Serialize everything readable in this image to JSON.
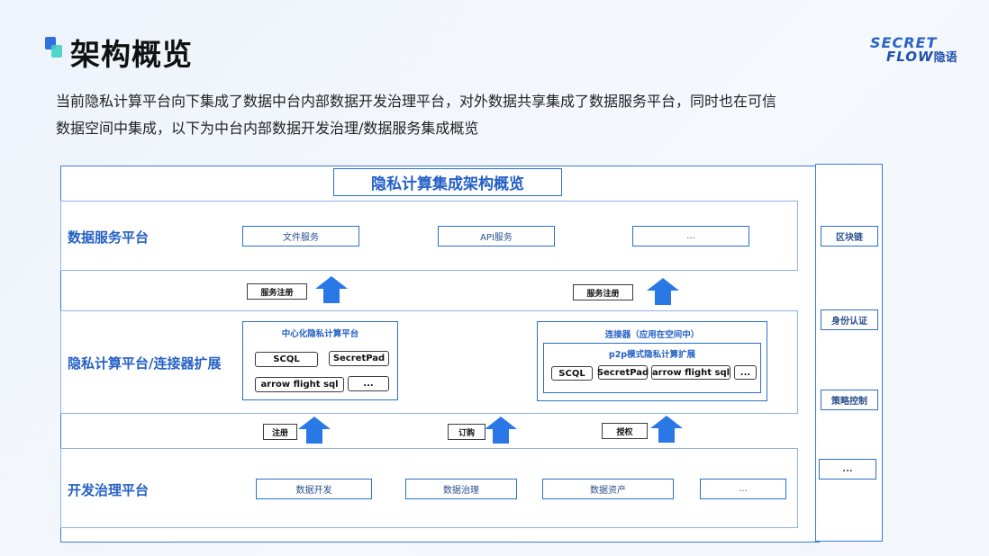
{
  "header": {
    "title": "架构概览",
    "description_line1": "当前隐私计算平台向下集成了数据中台内部数据开发治理平台，对外数据共享集成了数据服务平台，同时也在可信",
    "description_line2": "数据空间中集成，以下为中台内部数据开发治理/数据服务集成概览"
  },
  "logo": {
    "top": "SECRET",
    "bottom_latin": "FLOW",
    "bottom_cn": "隐语"
  },
  "diagram": {
    "title": "隐私计算集成架构概览",
    "data_service": {
      "label": "数据服务平台",
      "boxes": [
        "文件服务",
        "API服务",
        "..."
      ]
    },
    "service_register_labels": [
      "服务注册",
      "服务注册"
    ],
    "privacy": {
      "label": "隐私计算平台/连接器扩展",
      "central": {
        "title": "中心化隐私计算平台",
        "chips": [
          "SCQL",
          "SecretPad",
          "arrow flight sql",
          "..."
        ]
      },
      "connector": {
        "title": "连接器（应用在空间中）",
        "inner_title": "p2p模式隐私计算扩展",
        "chips": [
          "SCQL",
          "SecretPad",
          "arrow flight sql",
          "..."
        ]
      }
    },
    "lower_labels": [
      "注册",
      "订购",
      "授权"
    ],
    "dev": {
      "label": "开发治理平台",
      "boxes": [
        "数据开发",
        "数据治理",
        "数据资产",
        "..."
      ]
    },
    "side": [
      "区块链",
      "身份认证",
      "策略控制",
      "..."
    ]
  },
  "colors": {
    "accent": "#2560c6",
    "arrow": "#2a78e6",
    "deco_blue": "#3b82f6",
    "deco_teal": "#4fd1c5"
  }
}
